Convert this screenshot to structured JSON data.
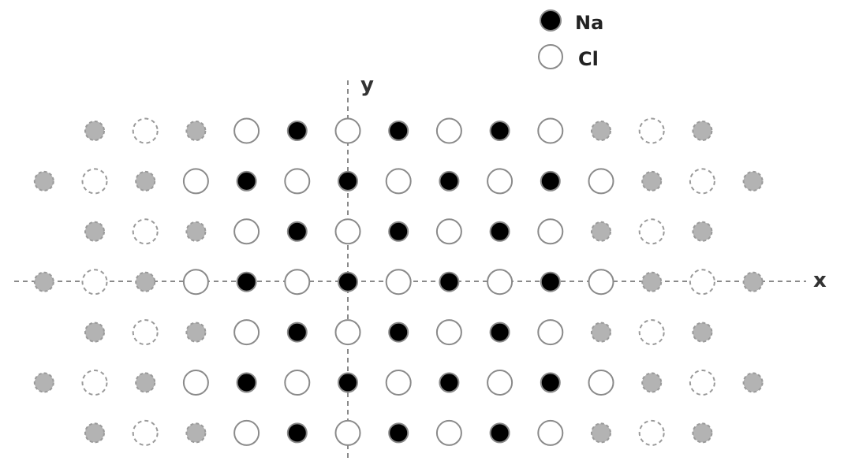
{
  "legend": {
    "items": [
      {
        "label": "Na",
        "kind": "na"
      },
      {
        "label": "Cl",
        "kind": "cl"
      }
    ]
  },
  "axes": {
    "x_label": "x",
    "y_label": "y"
  },
  "lattice": {
    "description_rows": [
      {
        "cols": [
          -5,
          -4,
          -3,
          -2,
          -1,
          0,
          1,
          2,
          3,
          4,
          5,
          6,
          7
        ],
        "row": 0
      },
      {
        "cols": [
          -6,
          -5,
          -4,
          -3,
          -2,
          -1,
          0,
          1,
          2,
          3,
          4,
          5,
          6,
          7,
          8
        ],
        "row": 1
      }
    ],
    "rows": [
      [
        "gray-na",
        "gray-cl",
        "gray-na",
        "cl",
        "na",
        "cl",
        "na",
        "cl",
        "na",
        "cl",
        "gray-na",
        "gray-cl",
        "gray-na"
      ],
      [
        "gray-na",
        "gray-cl",
        "gray-na",
        "cl",
        "na",
        "cl",
        "na",
        "cl",
        "na",
        "cl",
        "na",
        "cl",
        "gray-na",
        "gray-cl",
        "gray-na"
      ],
      [
        "gray-na",
        "gray-cl",
        "gray-na",
        "cl",
        "na",
        "cl",
        "na",
        "cl",
        "na",
        "cl",
        "gray-na",
        "gray-cl",
        "gray-na"
      ],
      [
        "gray-na",
        "gray-cl",
        "gray-na",
        "cl",
        "na",
        "cl",
        "na",
        "cl",
        "na",
        "cl",
        "na",
        "cl",
        "gray-na",
        "gray-cl",
        "gray-na"
      ],
      [
        "gray-na",
        "gray-cl",
        "gray-na",
        "cl",
        "na",
        "cl",
        "na",
        "cl",
        "na",
        "cl",
        "gray-na",
        "gray-cl",
        "gray-na"
      ],
      [
        "gray-na",
        "gray-cl",
        "gray-na",
        "cl",
        "na",
        "cl",
        "na",
        "cl",
        "na",
        "cl",
        "na",
        "cl",
        "gray-na",
        "gray-cl",
        "gray-na"
      ],
      [
        "gray-na",
        "gray-cl",
        "gray-na",
        "cl",
        "na",
        "cl",
        "na",
        "cl",
        "na",
        "cl",
        "gray-na",
        "gray-cl",
        "gray-na"
      ]
    ]
  },
  "colors": {
    "na_fill": "#000000",
    "cl_fill": "#ffffff",
    "gray_na_fill": "#b3b3b3",
    "stroke": "#8a8a8a",
    "gray_stroke": "#9a9a9a"
  }
}
